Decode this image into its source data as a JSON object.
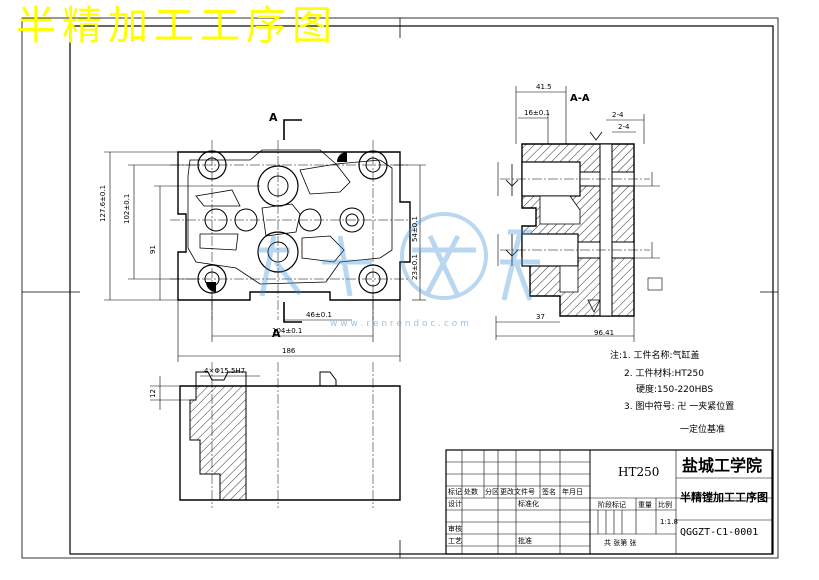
{
  "banner": {
    "title": "半精加工工序图"
  },
  "views": {
    "section_mark_top": "A",
    "section_mark_bottom": "A",
    "section_title": "A-A"
  },
  "dimensions": {
    "d127": "127.6±0.1",
    "d102": "102±0.1",
    "d91": "91",
    "d54": "54±0.1",
    "d23": "23±0.1",
    "d46": "46±0.1",
    "d104": "104±0.1",
    "d186": "186",
    "d415": "41.5",
    "d161": "16±0.1",
    "d24": "24",
    "d37": "37",
    "d96": "96.41",
    "d4x": "4×Φ15.5H7",
    "d12": "12",
    "d22": "2-4",
    "d23b": "2-4"
  },
  "notes": {
    "n1": "注:1. 工件名称:气缸盖",
    "n2": "2. 工件材料:HT250",
    "n3": "硬度:150-220HBS",
    "n4": "3. 图中符号: 卍 一夹紧位置",
    "n5": "一定位基准"
  },
  "watermark": {
    "url": "w w w . r e n r e n d o c . c o m"
  },
  "title_block": {
    "material": "HT250",
    "school": "盐城工学院",
    "drawing_title": "半精镗加工工序图",
    "drawing_number": "QGGZT-C1-0001",
    "scale": "1:1.8",
    "h_mark": "标记",
    "h_count": "处数",
    "h_zone": "分区",
    "h_docno": "更改文件号",
    "h_sign": "签名",
    "h_date": "年月日",
    "h_design": "设计",
    "h_std": "标准化",
    "h_stage": "阶段标记",
    "h_weight": "重量",
    "h_ratio": "比例",
    "h_review": "审核",
    "h_process": "工艺",
    "h_approve": "批准",
    "h_sheets": "共    张第    张"
  }
}
